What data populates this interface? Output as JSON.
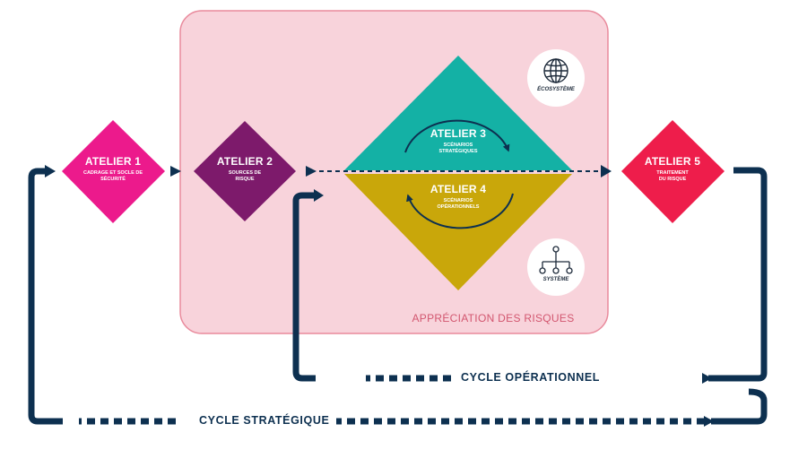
{
  "zone": {
    "title": "APPRÉCIATION DES RISQUES"
  },
  "ateliers": [
    {
      "title": "ATELIER 1",
      "subtitle": "CADRAGE ET SOCLE DE SÉCURITÉ",
      "color": "#ec1a8c"
    },
    {
      "title": "ATELIER 2",
      "subtitle": "SOURCES DE RISQUE",
      "color": "#7d1a6b"
    },
    {
      "title": "ATELIER 3",
      "subtitle": "SCÉNARIOS STRATÉGIQUES",
      "color": "#14b1a5"
    },
    {
      "title": "ATELIER 4",
      "subtitle": "SCÉNARIOS OPÉRATIONNELS",
      "color": "#c9a70a"
    },
    {
      "title": "ATELIER 5",
      "subtitle": "TRAITEMENT DU RISQUE",
      "color": "#ee1d4b"
    }
  ],
  "icons": {
    "ecosystem": {
      "label": "ÉCOSYSTÈME",
      "icon": "globe-icon"
    },
    "system": {
      "label": "SYSTÈME",
      "icon": "network-icon"
    }
  },
  "cycles": {
    "operational": "CYCLE OPÉRATIONNEL",
    "strategic": "CYCLE STRATÉGIQUE"
  },
  "colors": {
    "navy": "#0d3050",
    "zone_fill": "#f8d3db",
    "zone_border": "#e98a9c"
  }
}
